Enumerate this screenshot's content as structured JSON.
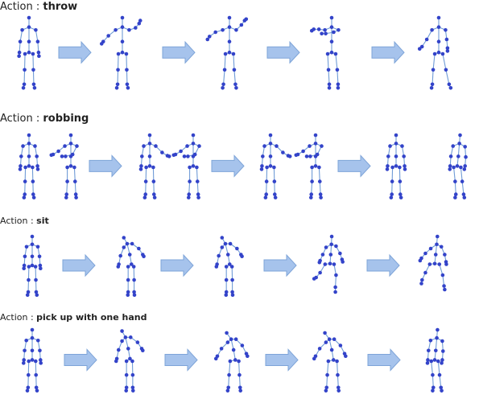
{
  "rows": [
    {
      "prefix": "Action : ",
      "name": "throw",
      "figures": [
        {
          "pose": "stand"
        },
        {
          "pose": "throwA",
          "arrow_before": true
        },
        {
          "pose": "throwB",
          "arrow_before": true
        },
        {
          "pose": "throwC",
          "arrow_before": true
        },
        {
          "pose": "throwD",
          "arrow_before": true
        }
      ]
    },
    {
      "prefix": "Action : ",
      "name": "robbing",
      "figures": [
        {
          "pose": "stand"
        },
        {
          "pose": "armForward"
        },
        {
          "pose": "armBack",
          "arrow_before": true
        },
        {
          "pose": "armForward"
        },
        {
          "pose": "armBack",
          "arrow_before": true
        },
        {
          "pose": "armForward"
        },
        {
          "pose": "stand",
          "arrow_before": true
        },
        {
          "pose": "lean"
        }
      ]
    },
    {
      "prefix": "Action : ",
      "name": "sit",
      "figures": [
        {
          "pose": "stand"
        },
        {
          "pose": "bend",
          "arrow_before": true
        },
        {
          "pose": "bend",
          "arrow_before": true
        },
        {
          "pose": "sitA",
          "arrow_before": true
        },
        {
          "pose": "sitB",
          "arrow_before": true
        }
      ]
    },
    {
      "prefix": "Action : ",
      "name": "pick up with one hand",
      "figures": [
        {
          "pose": "stand"
        },
        {
          "pose": "bend",
          "arrow_before": true
        },
        {
          "pose": "crouch",
          "arrow_before": true
        },
        {
          "pose": "crouch",
          "arrow_before": true
        },
        {
          "pose": "lean",
          "arrow_before": true
        }
      ]
    }
  ],
  "colors": {
    "bone": "#6f9bd6",
    "joint": "#3343c9",
    "arrow_fill": "#a6c3ec",
    "arrow_stroke": "#7ea4d8"
  },
  "icons": {
    "arrow": "right-arrow-icon"
  }
}
